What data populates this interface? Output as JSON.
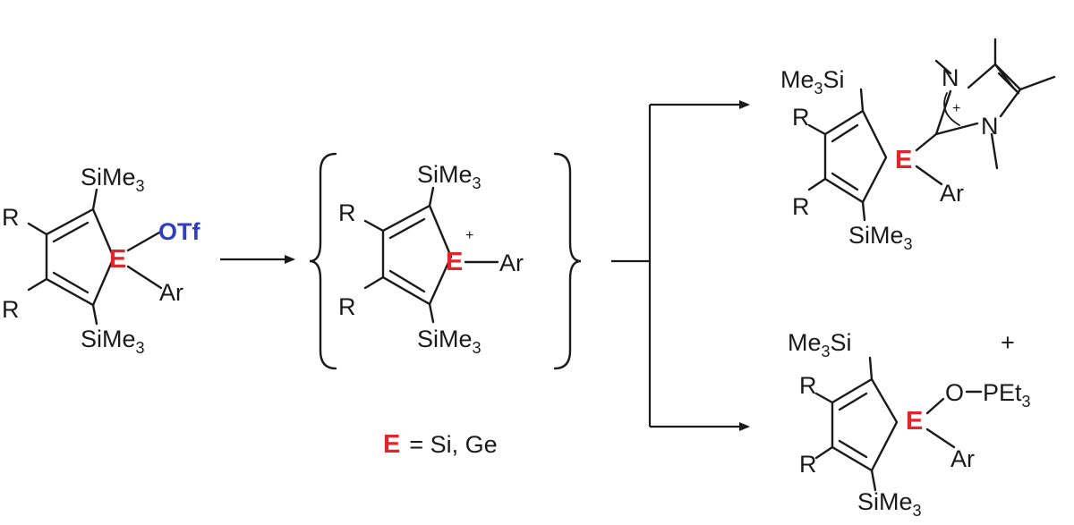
{
  "scheme": {
    "element_symbol": "E",
    "definition": "= Si, Ge",
    "substituents": {
      "sime3": "SiMe",
      "me3si_prefix": "Me",
      "me3si_suffix": "Si",
      "subscript_3": "3",
      "r": "R",
      "ar": "Ar",
      "otf": "OTf",
      "o": "O",
      "pet": "PEt",
      "n": "N",
      "plus": "+"
    }
  },
  "colors": {
    "element_red": "#e0262c",
    "triflate_blue": "#2f3fbf",
    "ink": "#1a1a1a"
  }
}
